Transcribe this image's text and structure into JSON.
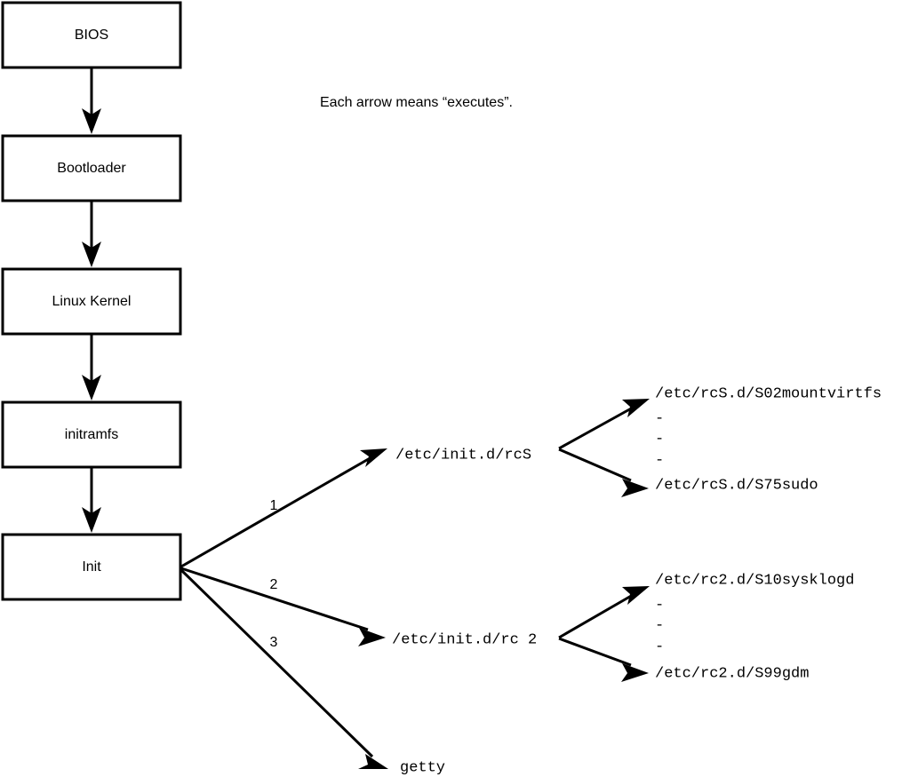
{
  "caption": {
    "text": "Each arrow means “executes”."
  },
  "boot_chain": {
    "boxes": [
      {
        "label": "BIOS"
      },
      {
        "label": "Bootloader"
      },
      {
        "label": "Linux Kernel"
      },
      {
        "label": "initramfs"
      },
      {
        "label": "Init"
      }
    ]
  },
  "init_branches": {
    "numbers": [
      "1",
      "2",
      "3"
    ],
    "targets": [
      {
        "label": "/etc/init.d/rcS"
      },
      {
        "label": "/etc/init.d/rc 2"
      },
      {
        "label": "getty"
      }
    ]
  },
  "rcs_scripts": {
    "first": "/etc/rcS.d/S02mountvirtfs",
    "last": "/etc/rcS.d/S75sudo",
    "ellipsis": [
      "-",
      "-",
      "-"
    ]
  },
  "rc2_scripts": {
    "first": "/etc/rc2.d/S10sysklogd",
    "last": "/etc/rc2.d/S99gdm",
    "ellipsis": [
      "-",
      "-",
      "-"
    ]
  },
  "colors": {
    "stroke": "#000000",
    "fill": "#ffffff",
    "background": "#ffffff"
  }
}
